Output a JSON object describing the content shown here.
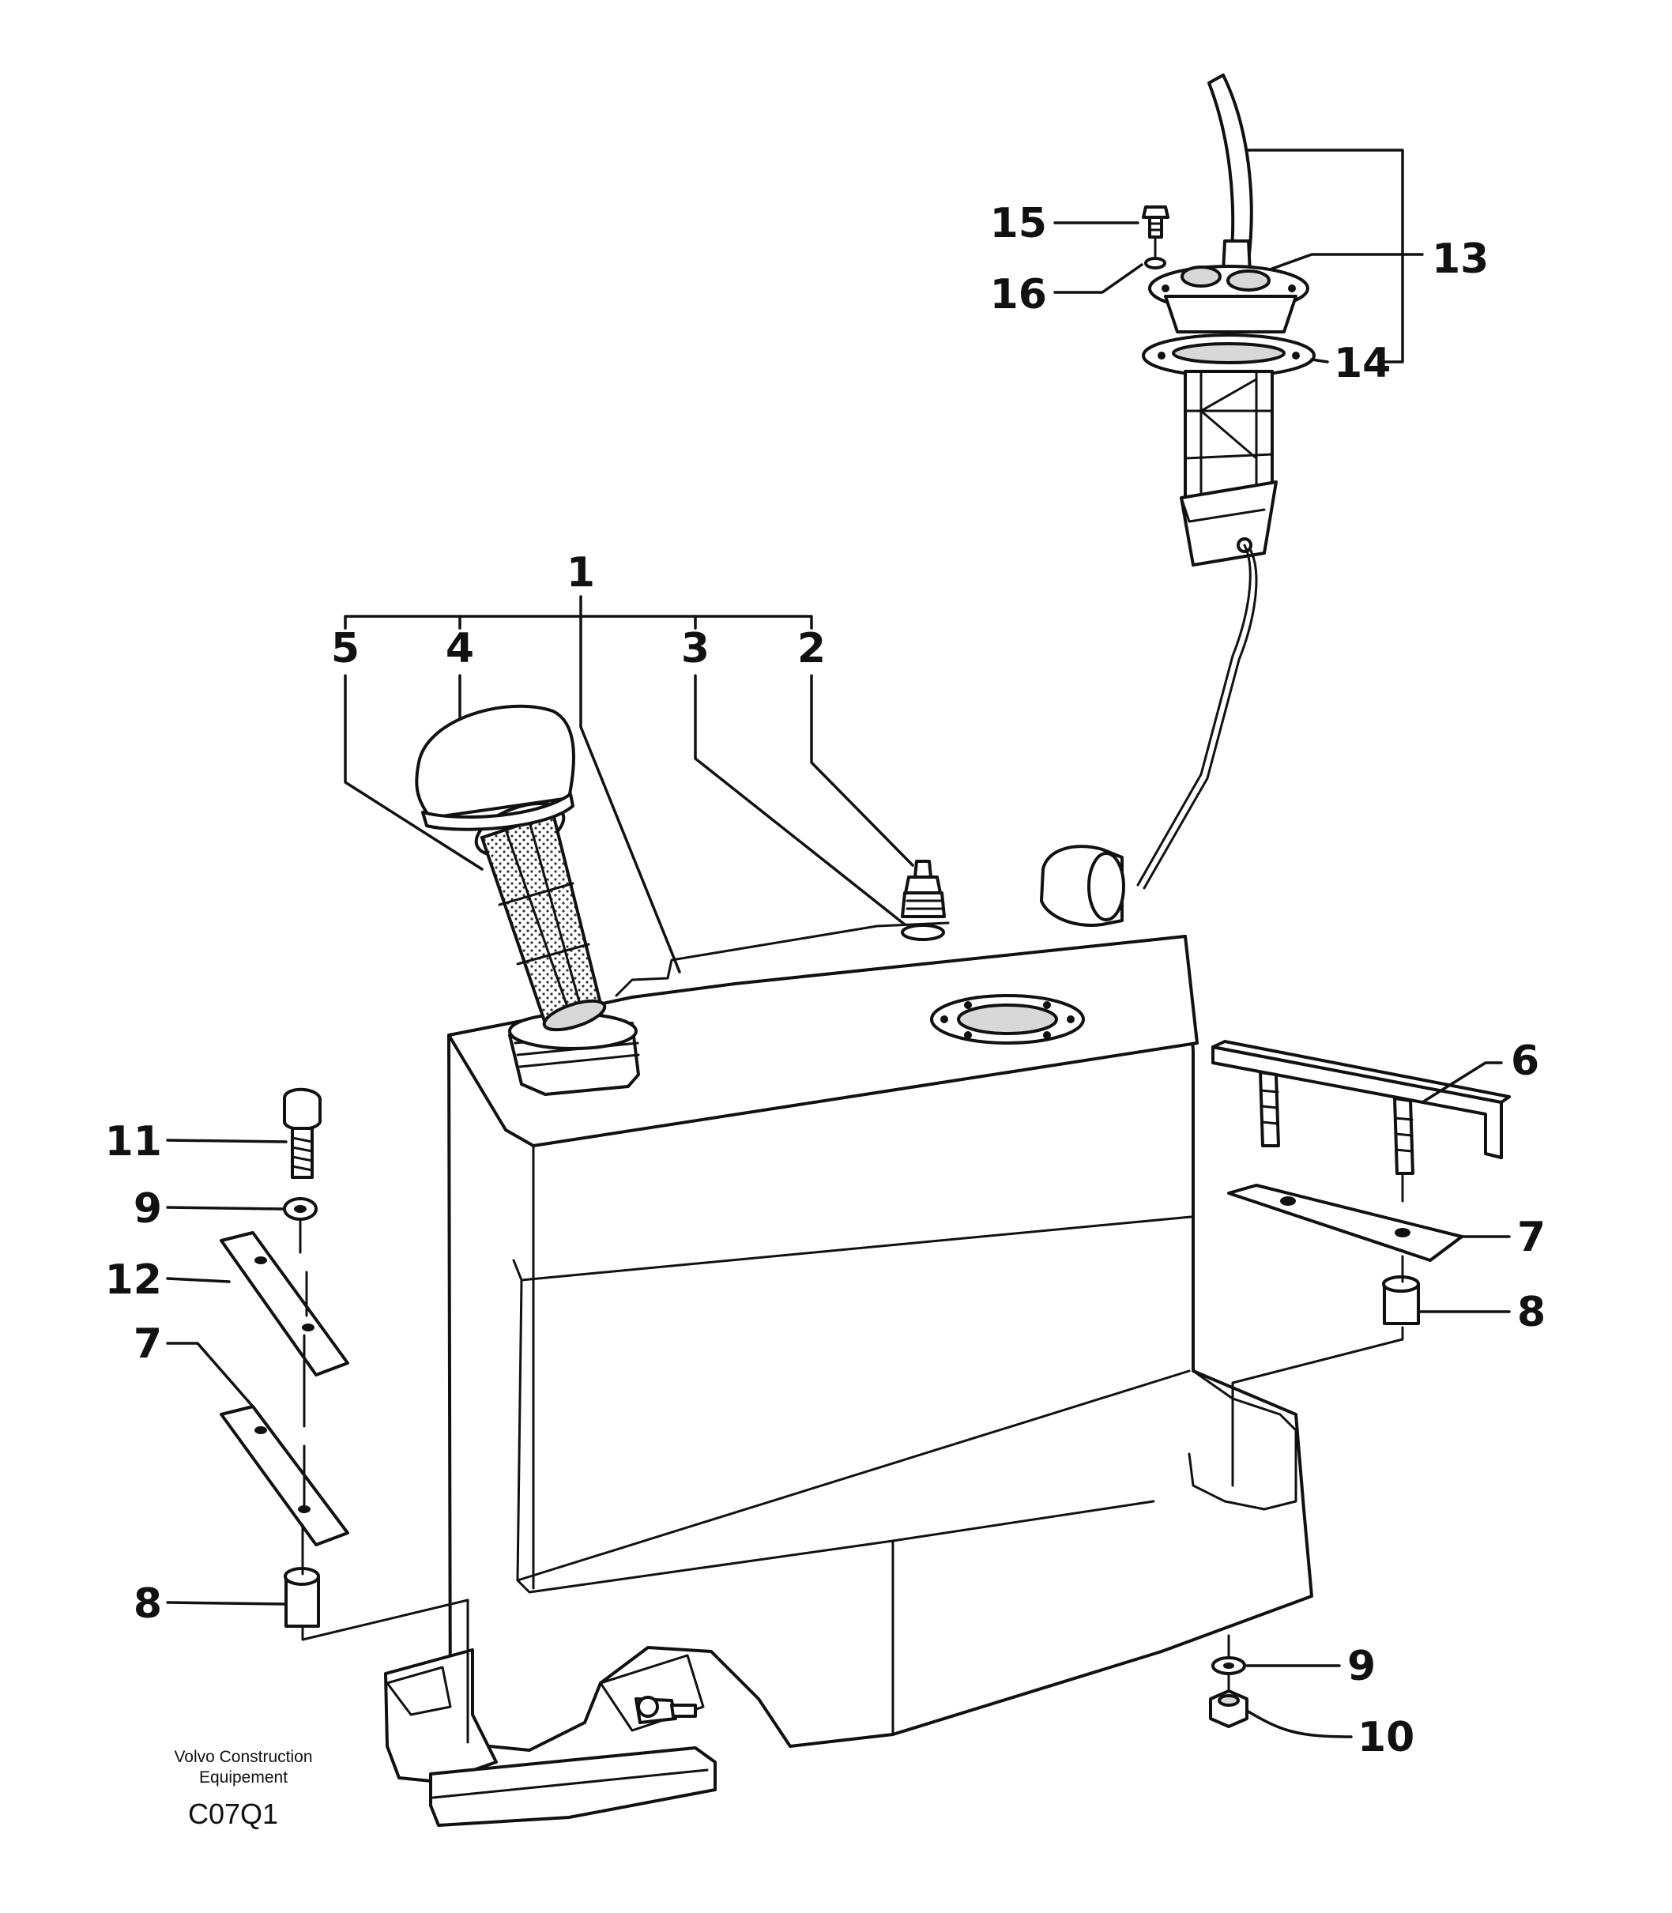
{
  "diagram": {
    "callouts": {
      "c1": "1",
      "c2": "2",
      "c3": "3",
      "c4": "4",
      "c5": "5",
      "c6": "6",
      "c7_right": "7",
      "c7_left": "7",
      "c8_right": "8",
      "c8_left": "8",
      "c9_left": "9",
      "c9_bottom": "9",
      "c10": "10",
      "c11": "11",
      "c12": "12",
      "c13": "13",
      "c14": "14",
      "c15": "15",
      "c16": "16"
    },
    "credit": {
      "line1": "Volvo Construction",
      "line2": "Equipement"
    },
    "drawing_code": "C07Q1"
  }
}
